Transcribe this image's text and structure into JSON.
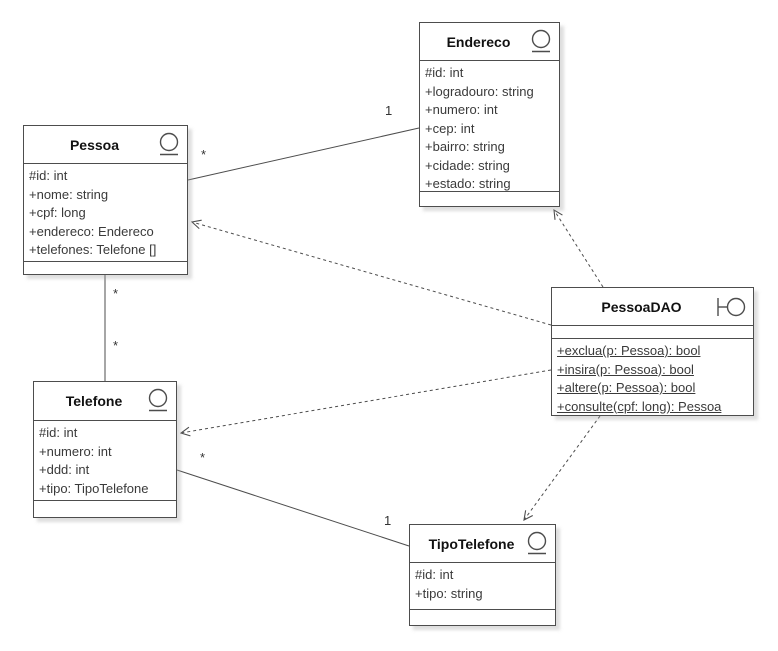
{
  "diagram": {
    "type": "uml-class-diagram",
    "classes": [
      {
        "name": "Endereco",
        "stereotype_icon": "class-icon",
        "attributes": [
          "#id: int",
          "+logradouro: string",
          "+numero: int",
          "+cep: int",
          "+bairro: string",
          "+cidade: string",
          "+estado: string"
        ],
        "methods": []
      },
      {
        "name": "Pessoa",
        "stereotype_icon": "class-icon",
        "attributes": [
          "#id: int",
          "+nome: string",
          "+cpf: long",
          "+endereco: Endereco",
          "+telefones: Telefone []"
        ],
        "methods": []
      },
      {
        "name": "PessoaDAO",
        "stereotype_icon": "interface-ball-socket-icon",
        "attributes": [],
        "methods": [
          "+exclua(p: Pessoa): bool",
          "+insira(p: Pessoa): bool",
          "+altere(p: Pessoa): bool",
          "+consulte(cpf: long): Pessoa"
        ]
      },
      {
        "name": "Telefone",
        "stereotype_icon": "class-icon",
        "attributes": [
          "#id: int",
          "+numero: int",
          "+ddd: int",
          "+tipo: TipoTelefone"
        ],
        "methods": []
      },
      {
        "name": "TipoTelefone",
        "stereotype_icon": "class-icon",
        "attributes": [
          "#id: int",
          "+tipo: string"
        ],
        "methods": []
      }
    ],
    "connections": [
      {
        "from": "Pessoa",
        "to": "Endereco",
        "type": "association",
        "from_label": "*",
        "to_label": "1"
      },
      {
        "from": "Pessoa",
        "to": "Telefone",
        "type": "association",
        "from_label": "*",
        "to_label": "*"
      },
      {
        "from": "Telefone",
        "to": "TipoTelefone",
        "type": "association",
        "from_label": "*",
        "to_label": "1"
      },
      {
        "from": "PessoaDAO",
        "to": "Pessoa",
        "type": "dependency"
      },
      {
        "from": "PessoaDAO",
        "to": "Endereco",
        "type": "dependency"
      },
      {
        "from": "PessoaDAO",
        "to": "Telefone",
        "type": "dependency"
      },
      {
        "from": "PessoaDAO",
        "to": "TipoTelefone",
        "type": "dependency"
      }
    ],
    "colors": {
      "line": "#4d4d4d",
      "box_border": "#4d4d4d",
      "box_fill": "#ffffff",
      "text": "#3a3a3a",
      "background": "#ffffff"
    }
  }
}
